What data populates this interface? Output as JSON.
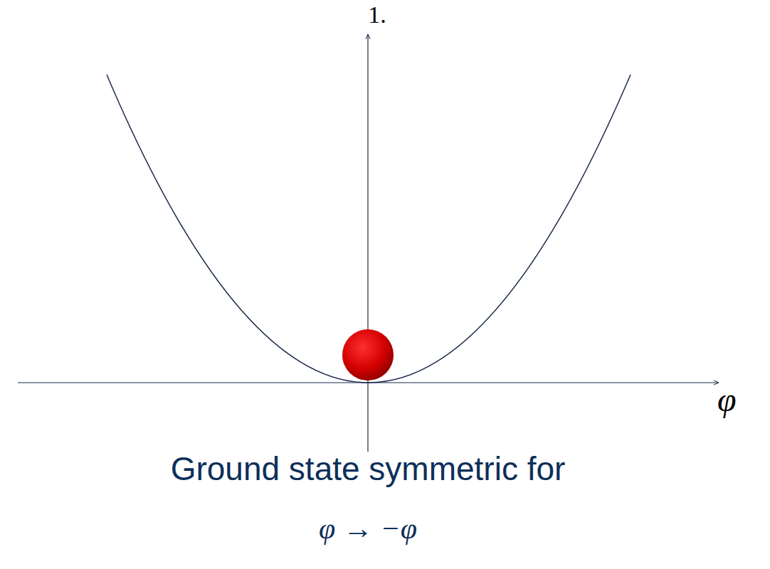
{
  "diagram": {
    "labels": [
      "1.",
      "φ",
      "Ground state symmetric for",
      "φ → −φ"
    ]
  }
}
